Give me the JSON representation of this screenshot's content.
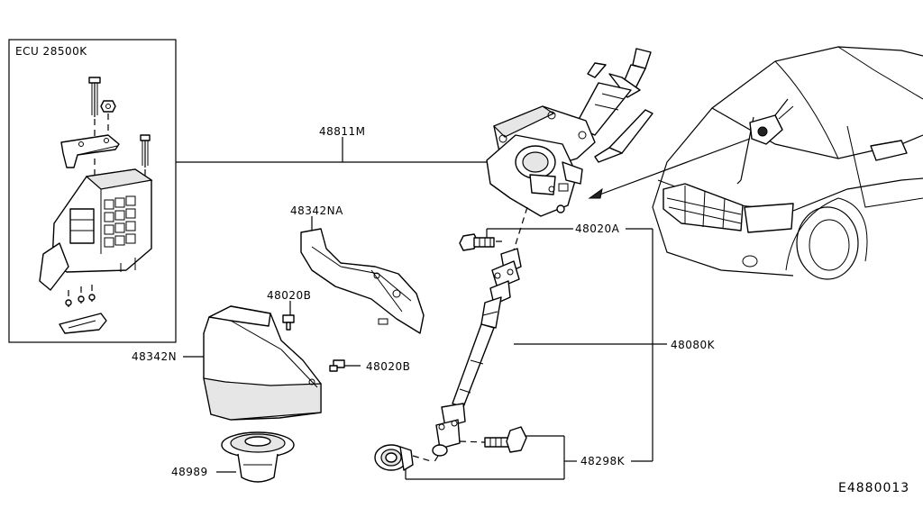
{
  "inset": {
    "title": "ECU 28500K"
  },
  "labels": {
    "p48811M": "48811M",
    "p48342NA": "48342NA",
    "p48020A": "48020A",
    "p48020B_top": "48020B",
    "p48020B_bottom": "48020B",
    "p48342N": "48342N",
    "p48080K": "48080K",
    "p48298K": "48298K",
    "p48989": "48989"
  },
  "diagram_ref": "E4880013"
}
